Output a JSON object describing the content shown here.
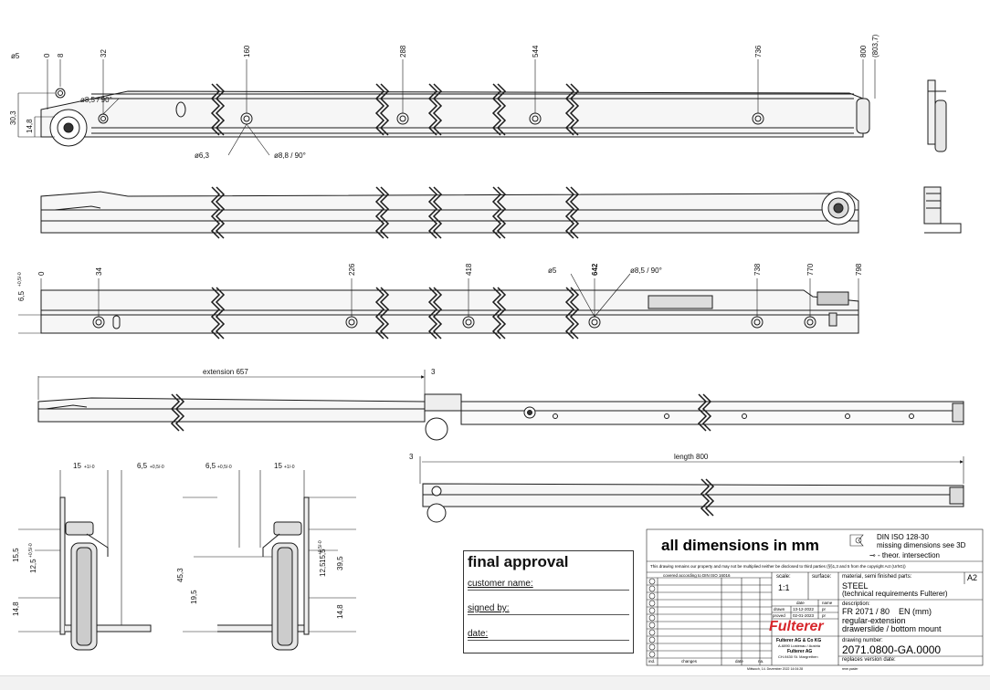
{
  "top_view": {
    "dims": [
      "ø5",
      "0",
      "8",
      "32",
      "160",
      "288",
      "544",
      "736",
      "800",
      "(803,7)"
    ],
    "callouts": [
      "ø8,5 / 90°",
      "ø6,3",
      "ø8,8 / 90°"
    ],
    "left_dims": [
      "30,3",
      "14,8"
    ]
  },
  "bottom_view": {
    "dims": [
      "0",
      "34",
      "226",
      "418",
      "642",
      "738",
      "770",
      "798"
    ],
    "callouts": [
      "ø5",
      "ø8,5 / 90°"
    ],
    "left_dim": "6,5",
    "left_tol": "+0,5/-0"
  },
  "extension_view": {
    "extension_label": "extension 657",
    "offset": "3"
  },
  "length_view": {
    "length_label": "length 800",
    "offset": "3"
  },
  "section_left": {
    "top_a": "15",
    "tol_a": "+1/-0",
    "top_b": "6,5",
    "tol_b": "+0,5/-0",
    "side": [
      "15,5",
      "12,5",
      "14,8"
    ],
    "side_tol": "+0,5/-0"
  },
  "section_right": {
    "top_a": "6,5",
    "tol_a": "+0,5/-0",
    "top_b": "15",
    "tol_b": "+1/-0",
    "side": [
      "45,3",
      "19,5",
      "15,5",
      "12,5",
      "39,5",
      "14,8"
    ],
    "side_tol": "+0,5/-0"
  },
  "approval": {
    "title": "final approval",
    "customer": "customer name:",
    "signed": "signed by:",
    "date": "date:"
  },
  "titleblock": {
    "headline": "all dimensions in mm",
    "iso": "DIN ISO 128-30",
    "missing": "missing dimensions see 3D",
    "theor": "- theor. intersection",
    "copyright": "This drawing remains our property and may not be multiplied neither be disclosed to third parties (§§1,3 and 5 from the copyright Act (UrhG))",
    "covered": "covered according to DIN ISO 16016",
    "scale_label": "scale:",
    "scale": "1:1",
    "surface_label": "surface:",
    "material_label": "material, semi finished parts:",
    "material": "STEEL",
    "material_note": "(technical requirements Fulterer)",
    "sheet": "A2",
    "date_col": "date",
    "name_col": "name",
    "drawn_label": "drawn",
    "drawn_date": "13-12-2022",
    "drawn_name": "pr",
    "proved_label": "proved",
    "proved_date": "02-01-2023",
    "proved_name": "pr",
    "desc_label": "description:",
    "desc1": "FR 2071 / 80    EN (mm)",
    "desc2": "regular-extension",
    "desc3": "drawerslide / bottom mount",
    "logo": "Fulterer",
    "company1": "Fulterer AG & Co KG",
    "company1_addr": "A-6890 Lustenau / Austria",
    "company2": "Fulterer AG",
    "company2_addr": "CH-9430 St. Margrethen",
    "drawing_number_label": "drawing number:",
    "drawing_number": "2071.0800-GA.0000",
    "replaces_label": "replaces version date:",
    "col_ind": "ind.",
    "col_changes": "changes",
    "col_date": "date",
    "col_na": "na.",
    "footer_date": "Mittwoch, 14. Dezember 2022 14:04:28",
    "footer_user": "rene.pasler"
  },
  "colors": {
    "line": "#1a1a1a",
    "fill": "#f4f4f4",
    "logo": "#d7262b"
  }
}
